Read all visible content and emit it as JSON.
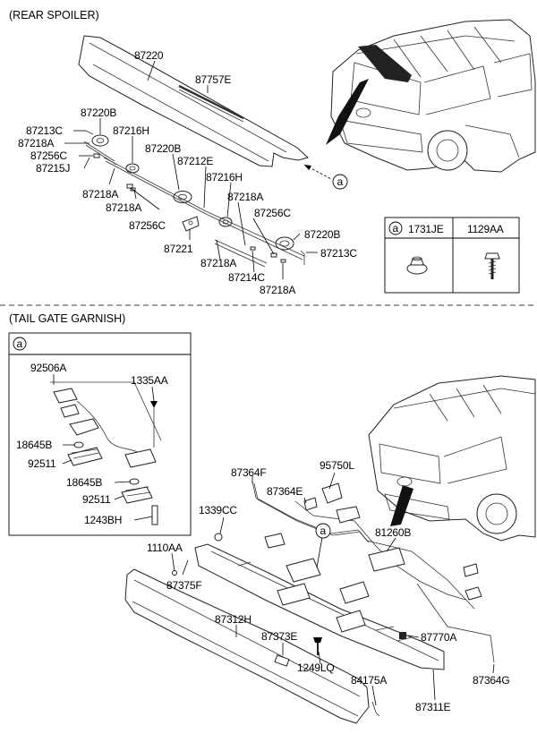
{
  "sections": {
    "rear_spoiler": "(REAR SPOILER)",
    "tail_gate": "(TAIL GATE GARNISH)"
  },
  "callout_marker": "a",
  "legend": {
    "marker": "a",
    "col1": "1731JE",
    "col2": "1129AA"
  },
  "inset_marker": "a",
  "parts": {
    "p87220": "87220",
    "p87757E": "87757E",
    "p87220B_1": "87220B",
    "p87213C_1": "87213C",
    "p87216H_1": "87216H",
    "p87218A_1": "87218A",
    "p87256C_1": "87256C",
    "p87215J": "87215J",
    "p87220B_2": "87220B",
    "p87212E": "87212E",
    "p87218A_2": "87218A",
    "p87216H_2": "87216H",
    "p87218A_3": "87218A",
    "p87218A_4": "87218A",
    "p87256C_2": "87256C",
    "p87256C_3": "87256C",
    "p87220B_3": "87220B",
    "p87221": "87221",
    "p87213C_2": "87213C",
    "p87218A_5": "87218A",
    "p87214C": "87214C",
    "p87218A_6": "87218A",
    "p92506A": "92506A",
    "p1335AA": "1335AA",
    "p18645B_1": "18645B",
    "p92511_1": "92511",
    "p18645B_2": "18645B",
    "p92511_2": "92511",
    "p1243BH": "1243BH",
    "p87364F": "87364F",
    "p95750L": "95750L",
    "p87364E": "87364E",
    "p1339CC": "1339CC",
    "p81260B": "81260B",
    "p1110AA": "1110AA",
    "p87375F": "87375F",
    "p87312H": "87312H",
    "p87373E": "87373E",
    "p87770A": "87770A",
    "p1249LQ": "1249LQ",
    "p87364G": "87364G",
    "p84175A": "84175A",
    "p87311E": "87311E"
  }
}
